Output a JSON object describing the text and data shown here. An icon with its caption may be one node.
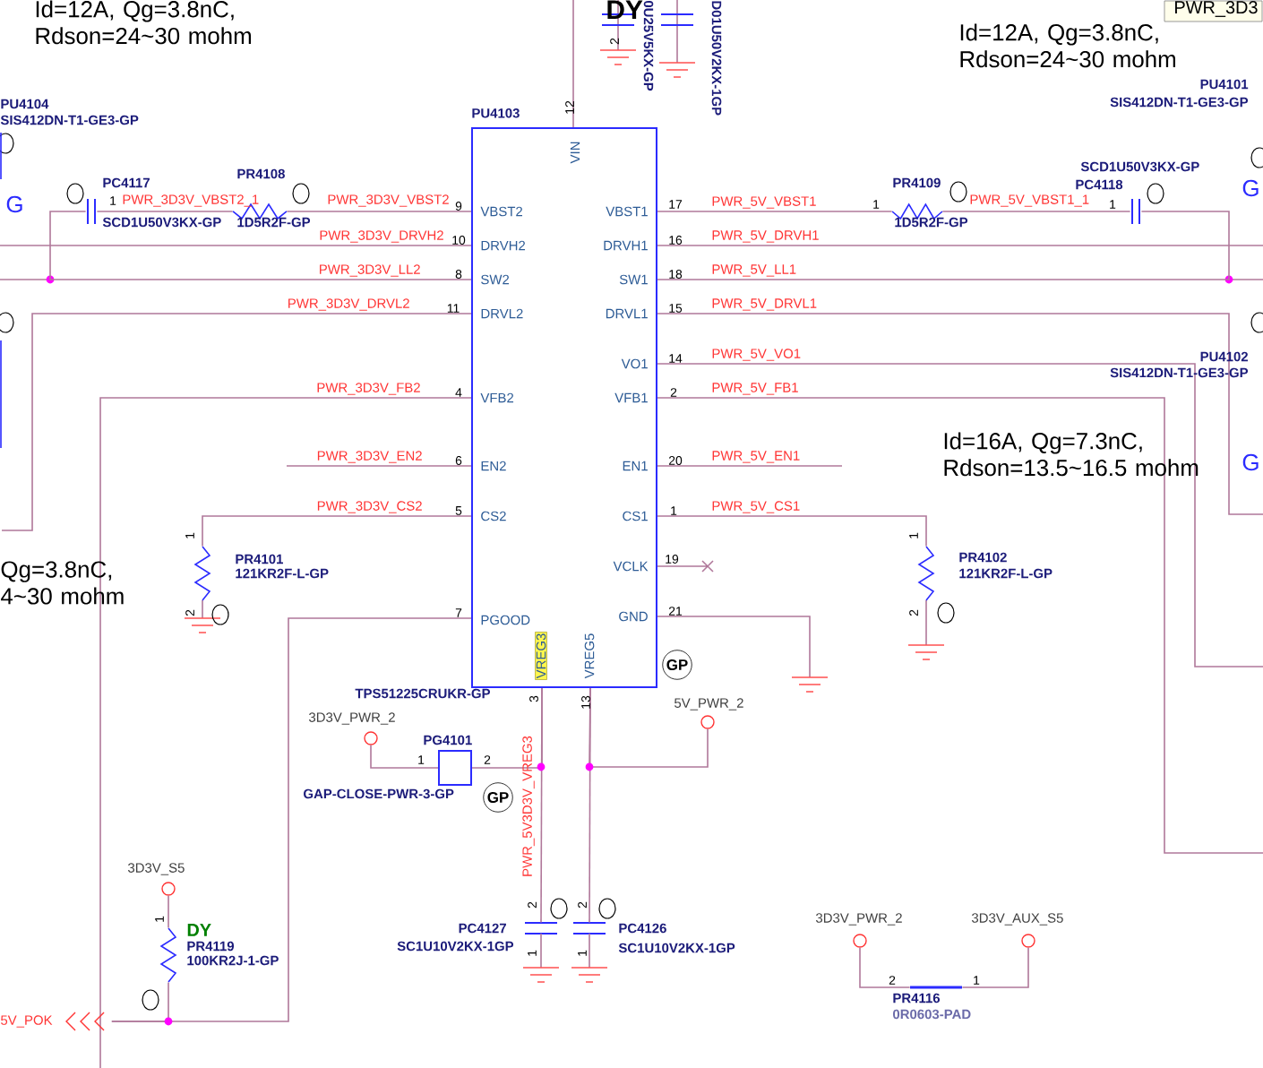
{
  "diagram": {
    "nodes": [
      {
        "text": [
          "PU4103",
          "VIN",
          "VBST2",
          "DRVH2",
          "SW2",
          "DRVL2",
          "VFB2",
          "EN2",
          "CS2",
          "PGOOD",
          "VREG3",
          "VREG5",
          "VBST1",
          "DRVH1",
          "SW1",
          "DRVL1",
          "VO1",
          "VFB1",
          "EN1",
          "CS1",
          "VCLK",
          "GND"
        ],
        "beside": [
          "TPS51225CRUKR-GP"
        ]
      },
      {
        "text": [
          "PG4101"
        ],
        "beside": [
          "GAP-CLOSE-PWR-3-GP"
        ]
      },
      {
        "text": [
          "PR4116"
        ],
        "beside": [
          "0R0603-PAD"
        ]
      },
      {
        "text": [
          "PC4117"
        ],
        "beside": [
          "SCD1U50V3KX-GP"
        ]
      },
      {
        "text": [
          "PR4108"
        ],
        "beside": [
          "1D5R2F-GP"
        ]
      },
      {
        "text": [
          "PR4109"
        ],
        "beside": [
          "1D5R2F-GP"
        ]
      },
      {
        "text": [
          "PC4118"
        ],
        "beside": [
          "SCD1U50V3KX-GP"
        ]
      },
      {
        "text": [
          "PR4101",
          "121KR2F-L-GP"
        ]
      },
      {
        "text": [
          "PR4102",
          "121KR2F-L-GP"
        ]
      },
      {
        "text": [
          "3D3V_PWR_2"
        ]
      },
      {
        "text": [
          "5V_PWR_2"
        ]
      },
      {
        "text": [
          "PC4127"
        ],
        "beside": [
          "SC1U10V2KX-1GP"
        ]
      },
      {
        "text": [
          "PC4126"
        ],
        "beside": [
          "SC1U10V2KX-1GP"
        ]
      },
      {
        "text": [
          "3D3V_S5"
        ]
      },
      {
        "text": [
          "DY",
          "PR4119",
          "100KR2J-1-GP"
        ]
      },
      {
        "text": [
          "3D3V_PWR_2"
        ]
      },
      {
        "text": [
          "3D3V_AUX_S5"
        ]
      },
      {
        "text": [
          "5V_POK"
        ]
      }
    ],
    "edges": [
      {
        "from": 1,
        "to": 0,
        "arrow": "none"
      },
      {
        "from": 0,
        "to": 11,
        "arrow": "none",
        "label": "PWR_5V3D3V_VREG3"
      },
      {
        "from": 10,
        "to": 0,
        "arrow": "none"
      },
      {
        "from": 0,
        "to": 12,
        "arrow": "none"
      },
      {
        "from": 0,
        "to": 4,
        "arrow": "none",
        "label": "PWR_3D3V_VBST2"
      },
      {
        "from": 4,
        "to": 3,
        "arrow": "none",
        "label": "PWR_3D3V_VBST2_1"
      },
      {
        "from": 0,
        "to": 5,
        "arrow": "none",
        "label": "PWR_5V_VBST1"
      },
      {
        "from": 5,
        "to": 6,
        "arrow": "none",
        "label": "PWR_5V_VBST1_1"
      },
      {
        "from": 0,
        "to": 7,
        "arrow": "none",
        "label": "PWR_3D3V_CS2"
      },
      {
        "from": 0,
        "to": 8,
        "arrow": "none",
        "label": "PWR_5V_CS1"
      },
      {
        "from": 0,
        "to": 17,
        "arrow": "none"
      },
      {
        "from": 14,
        "to": 17,
        "arrow": "none"
      },
      {
        "from": 13,
        "to": 14,
        "arrow": "none"
      },
      {
        "from": 15,
        "to": 2,
        "arrow": "none"
      },
      {
        "from": 2,
        "to": 16,
        "arrow": "none"
      },
      {
        "from": 9,
        "to": 1,
        "arrow": "none"
      },
      {
        "from": 3,
        "to": 0,
        "arrow": "none"
      },
      {
        "from": 6,
        "to": 0,
        "arrow": "none"
      }
    ],
    "labels": [
      "Id=12A, Qg=3.8nC, Rdson=24~30 mohm",
      "DY",
      "2",
      "0U25V5KX-GP",
      "D01U50V2KX-1GP",
      "PWR_3D3",
      "Id=12A, Qg=3.8nC, Rdson=24~30 mohm",
      "PU4104",
      "SIS412DN-T1-GE3-GP",
      "PU4101",
      "SIS412DN-T1-GE3-GP",
      "12",
      "G",
      "1",
      "9",
      "17",
      "1",
      "1",
      "G",
      "PWR_3D3V_DRVH2",
      "10",
      "16",
      "PWR_5V_DRVH1",
      "PWR_3D3V_LL2",
      "8",
      "18",
      "PWR_5V_LL1",
      "PWR_3D3V_DRVL2",
      "11",
      "15",
      "PWR_5V_DRVL1",
      "14",
      "PWR_5V_VO1",
      "PU4102",
      "SIS412DN-T1-GE3-GP",
      "PWR_3D3V_FB2",
      "4",
      "2",
      "PWR_5V_FB1",
      "PWR_3D3V_EN2",
      "6",
      "20",
      "PWR_5V_EN1",
      "Id=16A, Qg=7.3nC, Rdson=13.5~16.5 mohm",
      "G",
      "5",
      "1",
      "1",
      "1",
      "Qg=3.8nC, 4~30 mohm",
      "19",
      "2",
      "7",
      "21",
      "2",
      "GP",
      "3",
      "13",
      "1",
      "2",
      "GP",
      "2",
      "2",
      "1",
      "1",
      "1",
      "2",
      "1"
    ]
  }
}
